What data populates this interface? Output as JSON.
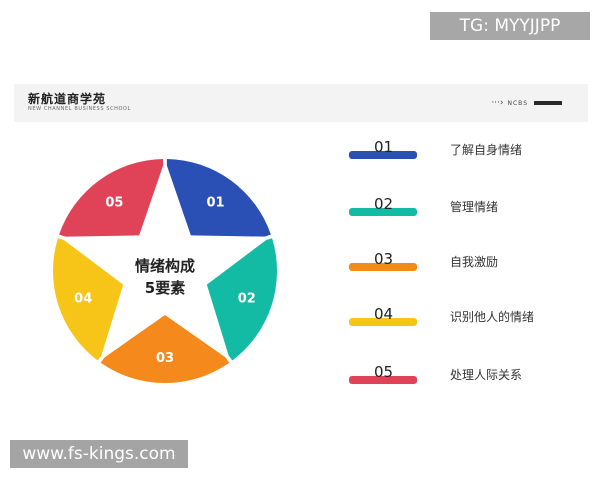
{
  "watermarks": {
    "top": "TG: MYYJJPP",
    "bottom": "www.fs-kings.com"
  },
  "header": {
    "title": "新航道商学苑",
    "subtitle": "NEW CHANNEL BUSINESS SCHOOL",
    "right_text": "NCBS"
  },
  "diagram": {
    "center_line1": "情绪构成",
    "center_line2": "5要素",
    "segments": [
      {
        "label": "01",
        "color": "#2a4fb5"
      },
      {
        "label": "02",
        "color": "#14bba4"
      },
      {
        "label": "03",
        "color": "#f5891b"
      },
      {
        "label": "04",
        "color": "#f7c418"
      },
      {
        "label": "05",
        "color": "#e04258"
      }
    ]
  },
  "legend": [
    {
      "num": "01",
      "label": "了解自身情绪",
      "color": "#2a4fb5"
    },
    {
      "num": "02",
      "label": "管理情绪",
      "color": "#14bba4"
    },
    {
      "num": "03",
      "label": "自我激励",
      "color": "#f5891b"
    },
    {
      "num": "04",
      "label": "识别他人的情绪",
      "color": "#f7c418"
    },
    {
      "num": "05",
      "label": "处理人际关系",
      "color": "#e04258"
    }
  ]
}
